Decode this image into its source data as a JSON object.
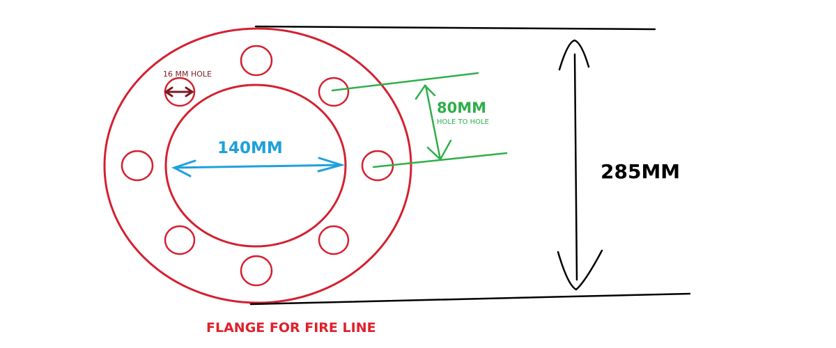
{
  "title": "FLANGE FOR FIRE LINE",
  "labels": {
    "hole_size": "16 MM HOLE",
    "inner_diameter": "140MM",
    "hole_spacing": "80MM",
    "hole_spacing_note": "HOLE TO HOLE",
    "outer_diameter": "285MM"
  },
  "bolt_hole_count": 8,
  "colors": {
    "flange": "#d42030",
    "inner_dimension": "#1ea0dc",
    "spacing_dimension": "#2fae4a",
    "hole_dimension": "#7a1a22",
    "outer_dimension": "#000000",
    "title": "#e0202a"
  }
}
